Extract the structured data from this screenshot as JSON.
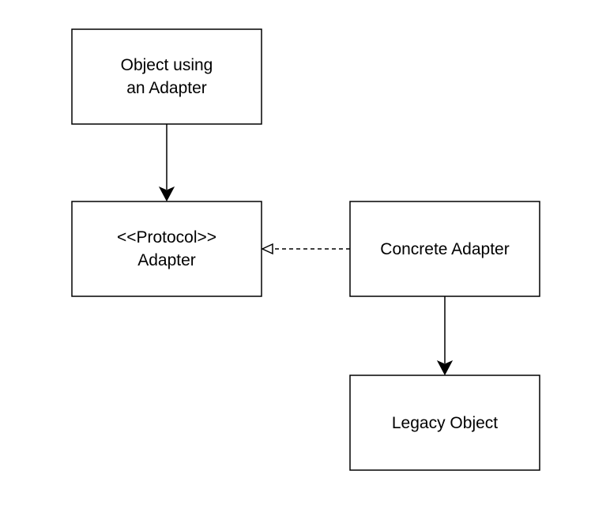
{
  "diagram": {
    "nodes": {
      "client": {
        "lines": [
          "Object using",
          "an Adapter"
        ]
      },
      "protocol": {
        "lines": [
          "<<Protocol>>",
          "Adapter"
        ]
      },
      "concrete": {
        "lines": [
          "Concrete Adapter"
        ]
      },
      "legacy": {
        "lines": [
          "Legacy Object"
        ]
      }
    },
    "edges": [
      {
        "from": "client",
        "to": "protocol",
        "style": "solid",
        "head": "filled"
      },
      {
        "from": "concrete",
        "to": "protocol",
        "style": "dashed",
        "head": "open-triangle"
      },
      {
        "from": "concrete",
        "to": "legacy",
        "style": "solid",
        "head": "filled"
      }
    ]
  }
}
